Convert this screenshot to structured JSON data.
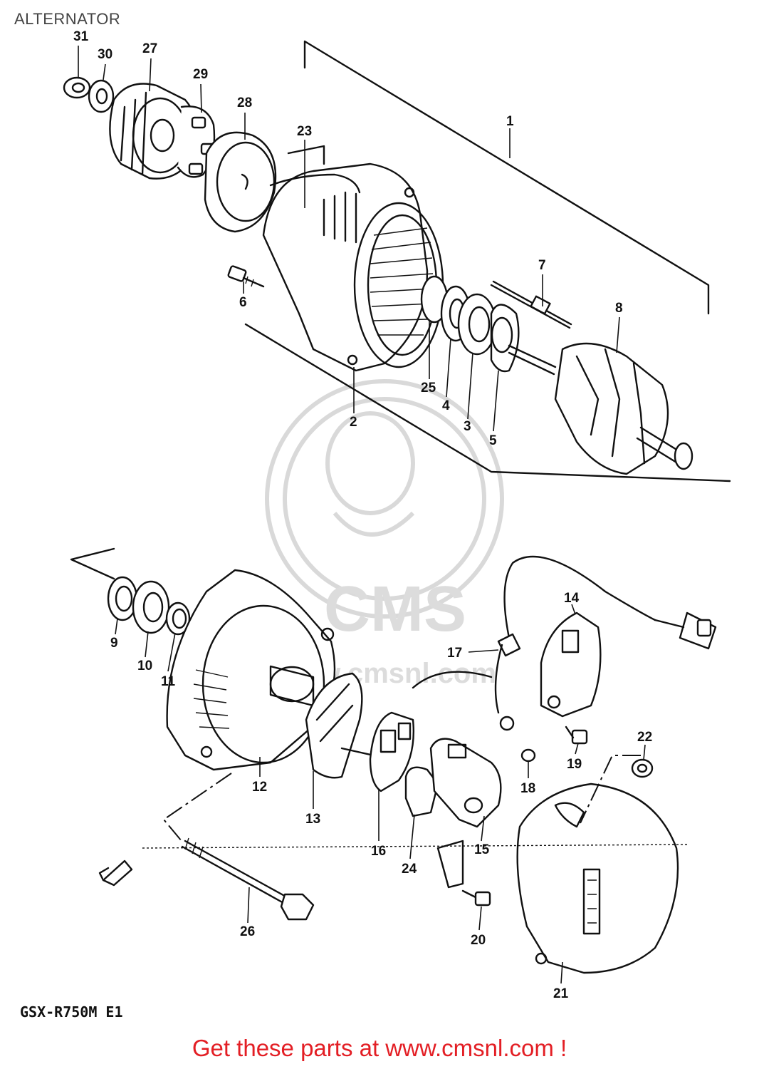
{
  "title": "ALTERNATOR",
  "model_code": "GSX-R750M E1",
  "footer": "Get these parts at www.cmsnl.com !",
  "watermark": {
    "brand": "CMS",
    "url": "www.cmsnl.com"
  },
  "parts": [
    {
      "id": "label-1",
      "text": "1"
    },
    {
      "id": "label-2",
      "text": "2"
    },
    {
      "id": "label-3",
      "text": "3"
    },
    {
      "id": "label-4",
      "text": "4"
    },
    {
      "id": "label-5",
      "text": "5"
    },
    {
      "id": "label-6",
      "text": "6"
    },
    {
      "id": "label-7",
      "text": "7"
    },
    {
      "id": "label-8",
      "text": "8"
    },
    {
      "id": "label-9",
      "text": "9"
    },
    {
      "id": "label-10",
      "text": "10"
    },
    {
      "id": "label-11",
      "text": "11"
    },
    {
      "id": "label-12",
      "text": "12"
    },
    {
      "id": "label-13",
      "text": "13"
    },
    {
      "id": "label-14",
      "text": "14"
    },
    {
      "id": "label-15",
      "text": "15"
    },
    {
      "id": "label-16",
      "text": "16"
    },
    {
      "id": "label-17",
      "text": "17"
    },
    {
      "id": "label-18",
      "text": "18"
    },
    {
      "id": "label-19",
      "text": "19"
    },
    {
      "id": "label-20",
      "text": "20"
    },
    {
      "id": "label-21",
      "text": "21"
    },
    {
      "id": "label-22",
      "text": "22"
    },
    {
      "id": "label-23",
      "text": "23"
    },
    {
      "id": "label-24",
      "text": "24"
    },
    {
      "id": "label-25",
      "text": "25"
    },
    {
      "id": "label-26",
      "text": "26"
    },
    {
      "id": "label-27",
      "text": "27"
    },
    {
      "id": "label-28",
      "text": "28"
    },
    {
      "id": "label-29",
      "text": "29"
    },
    {
      "id": "label-30",
      "text": "30"
    },
    {
      "id": "label-31",
      "text": "31"
    }
  ],
  "colors": {
    "ink": "#111111",
    "footer": "#e31e24",
    "title": "#444444",
    "watermark": "#d9d9d9"
  }
}
